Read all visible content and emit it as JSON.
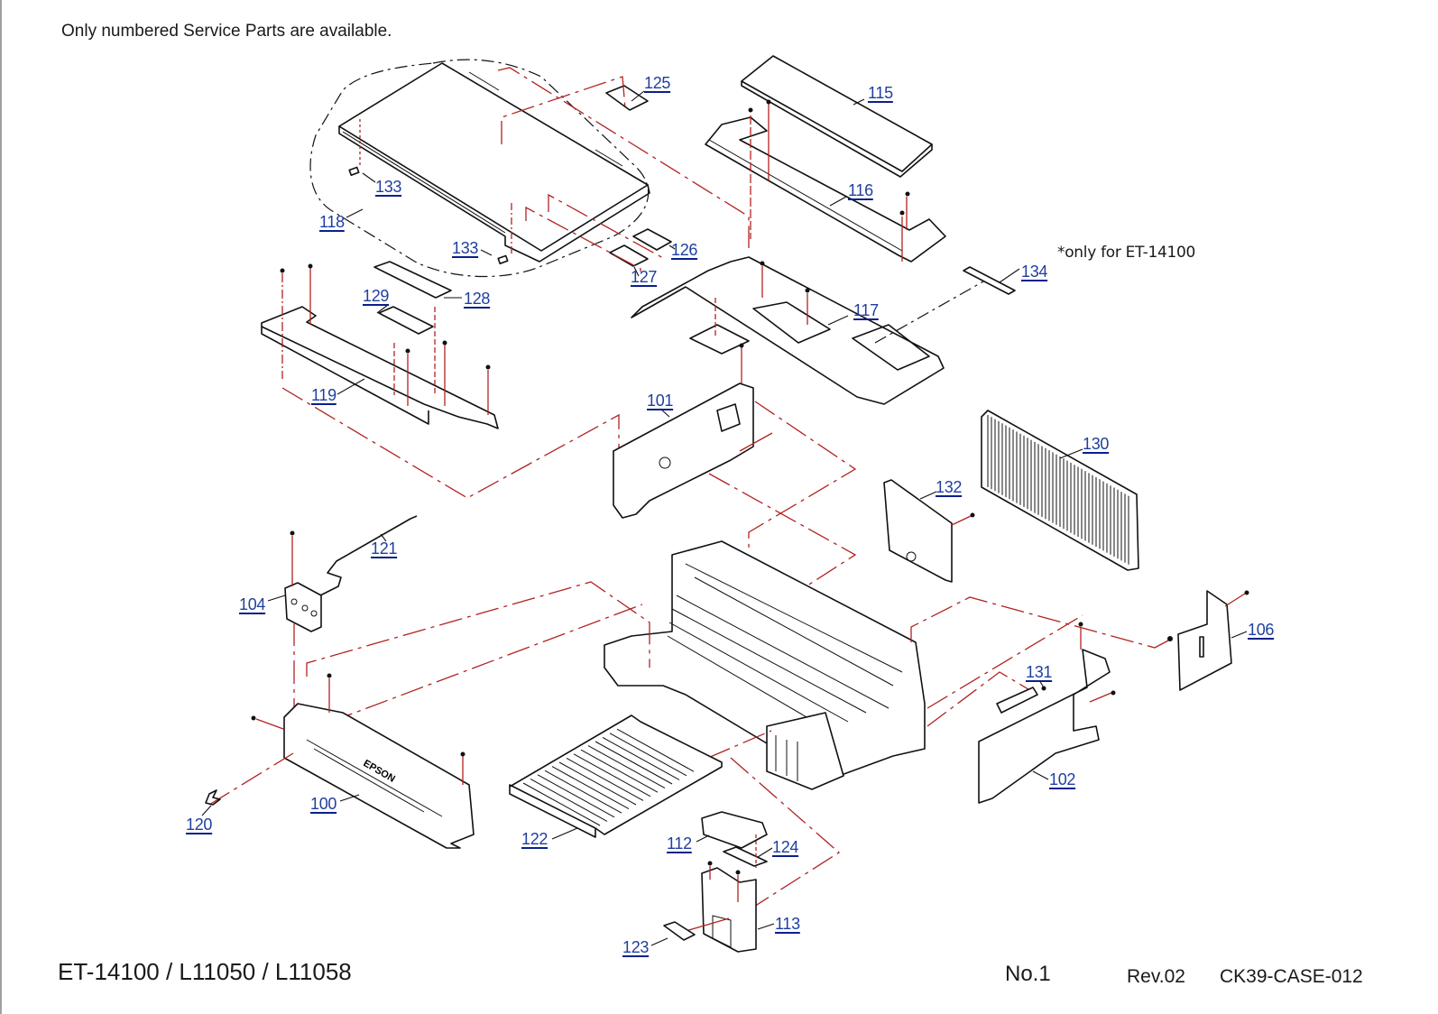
{
  "header": {
    "notice": "Only numbered Service Parts are available."
  },
  "footnote": "*only for ET-14100",
  "footer": {
    "models": "ET-14100 / L11050 / L11058",
    "sheet_number": "No.1",
    "revision": "Rev.02",
    "drawing_code": "CK39-CASE-012"
  },
  "colors": {
    "part_label": "#1f3f9f",
    "assembly_line": "#b22222",
    "outline": "#111111"
  },
  "parts": [
    {
      "id": "p100",
      "number": "100"
    },
    {
      "id": "p101",
      "number": "101"
    },
    {
      "id": "p102",
      "number": "102"
    },
    {
      "id": "p104",
      "number": "104"
    },
    {
      "id": "p106",
      "number": "106"
    },
    {
      "id": "p112",
      "number": "112"
    },
    {
      "id": "p113",
      "number": "113"
    },
    {
      "id": "p115",
      "number": "115"
    },
    {
      "id": "p116",
      "number": "116"
    },
    {
      "id": "p117",
      "number": "117"
    },
    {
      "id": "p118",
      "number": "118"
    },
    {
      "id": "p119",
      "number": "119"
    },
    {
      "id": "p120",
      "number": "120"
    },
    {
      "id": "p121",
      "number": "121"
    },
    {
      "id": "p122",
      "number": "122"
    },
    {
      "id": "p123",
      "number": "123"
    },
    {
      "id": "p124",
      "number": "124"
    },
    {
      "id": "p125",
      "number": "125"
    },
    {
      "id": "p126",
      "number": "126"
    },
    {
      "id": "p127",
      "number": "127"
    },
    {
      "id": "p128",
      "number": "128"
    },
    {
      "id": "p129",
      "number": "129"
    },
    {
      "id": "p130",
      "number": "130"
    },
    {
      "id": "p131",
      "number": "131"
    },
    {
      "id": "p132",
      "number": "132"
    },
    {
      "id": "p133a",
      "number": "133"
    },
    {
      "id": "p133b",
      "number": "133"
    },
    {
      "id": "p134",
      "number": "134"
    }
  ]
}
